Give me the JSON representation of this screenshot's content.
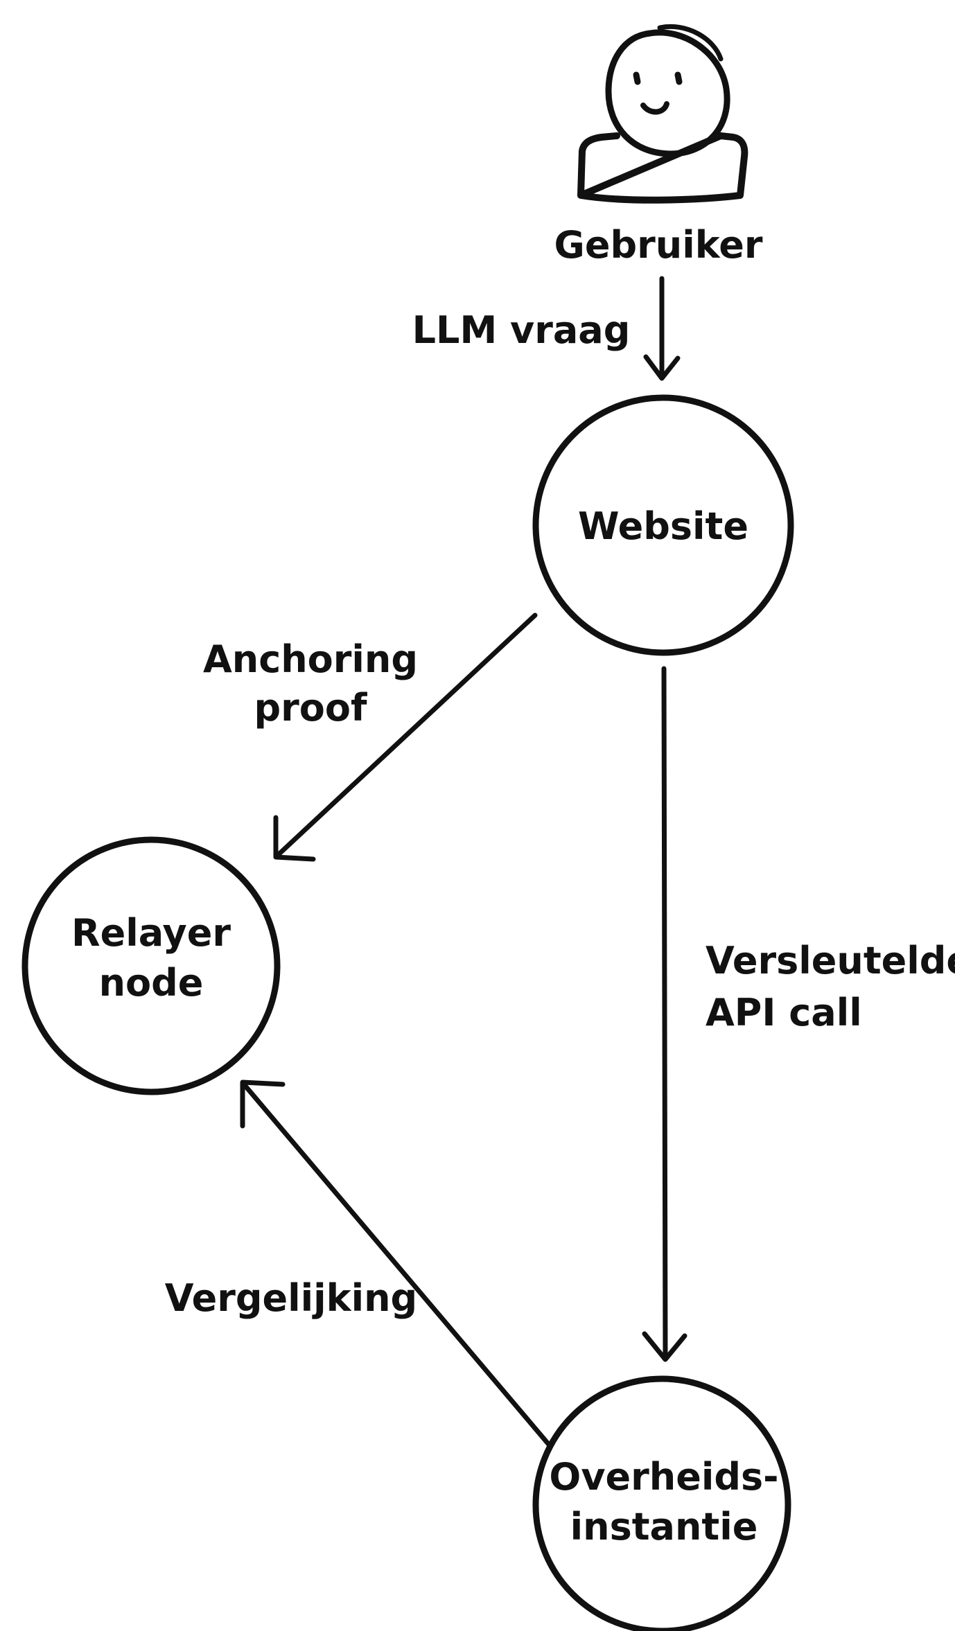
{
  "diagram": {
    "user": {
      "label": "Gebruiker",
      "icon": "user-icon"
    },
    "nodes": {
      "website": {
        "label": "Website"
      },
      "relayer": {
        "label_line1": "Relayer",
        "label_line2": "node"
      },
      "government": {
        "label_line1": "Overheids-",
        "label_line2": "instantie"
      }
    },
    "edges": {
      "llm_question": {
        "label": "LLM vraag"
      },
      "anchoring_proof": {
        "label_line1": "Anchoring",
        "label_line2": "proof"
      },
      "encrypted_api_call": {
        "label_line1": "Versleutelde",
        "label_line2": "API call"
      },
      "comparison": {
        "label": "Vergelijking"
      }
    },
    "colors": {
      "stroke": "#111111",
      "background": "#ffffff"
    }
  }
}
